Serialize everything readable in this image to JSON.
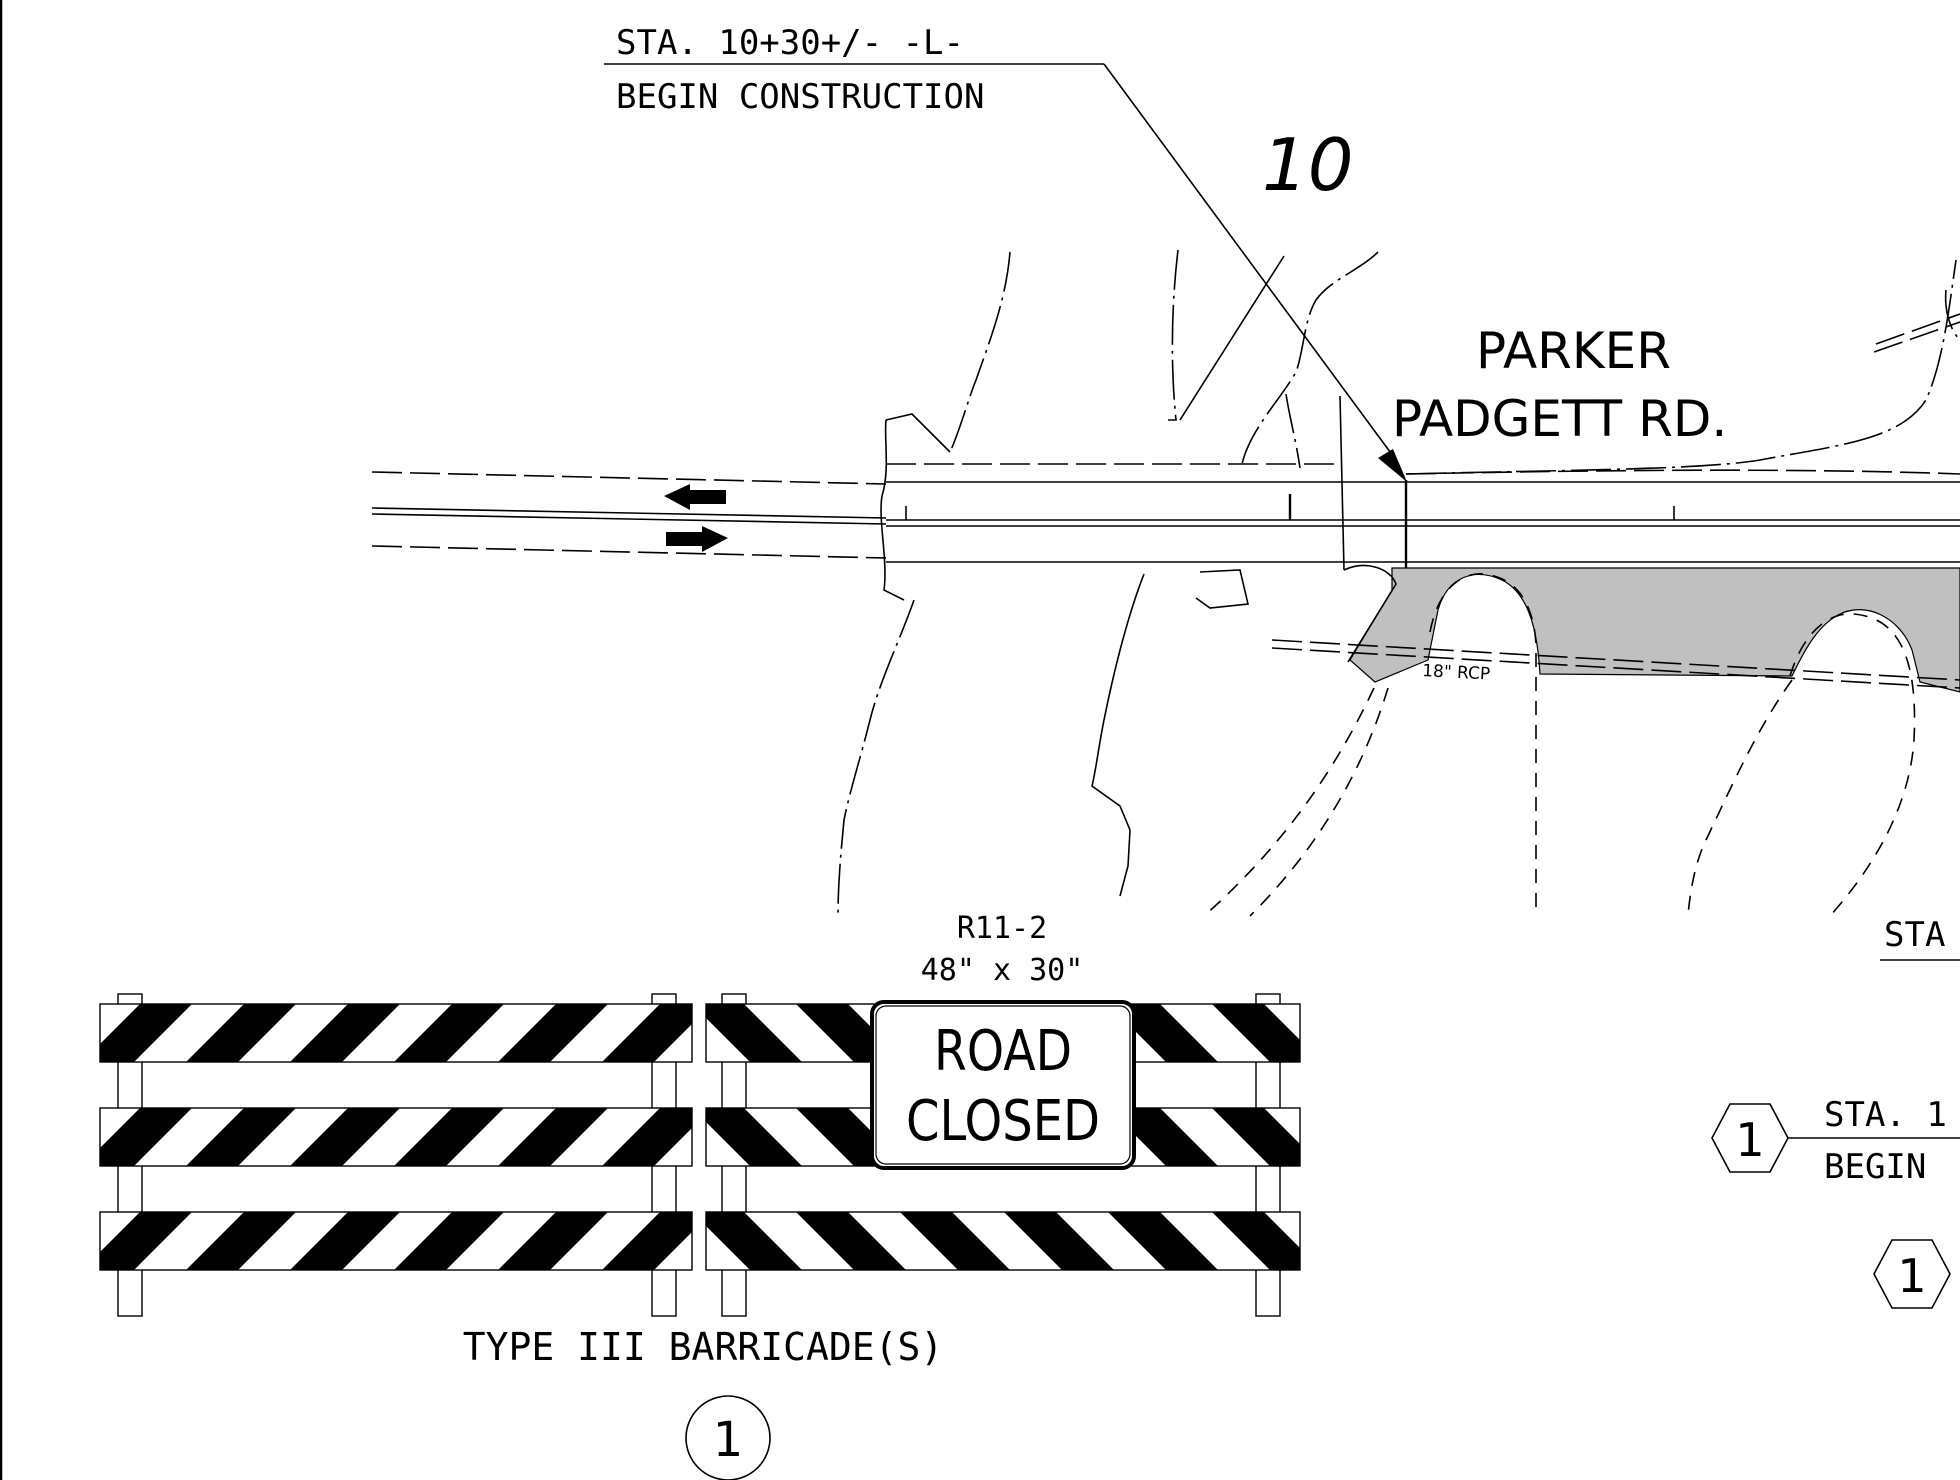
{
  "begin_construction_callout": {
    "station": "STA. 10+30+/- -L-",
    "description": "BEGIN CONSTRUCTION"
  },
  "station_number": "10",
  "road_name": {
    "line1": "PARKER",
    "line2": "PADGETT RD."
  },
  "pipe_label": "18\" RCP",
  "sign": {
    "code": "R11-2",
    "size": "48\" x 30\"",
    "text_line1": "ROAD",
    "text_line2": "CLOSED"
  },
  "barricade_label": "TYPE III BARRICADE(S)",
  "barricade_marker": "1",
  "partial_callout_top": "STA",
  "right_callout": {
    "marker": "1",
    "station": "STA. 1",
    "description": "BEGIN"
  },
  "right_marker_lower": "1",
  "colors": {
    "line": "#000000",
    "shaded_area": "#c0c0c0",
    "background": "#ffffff"
  }
}
